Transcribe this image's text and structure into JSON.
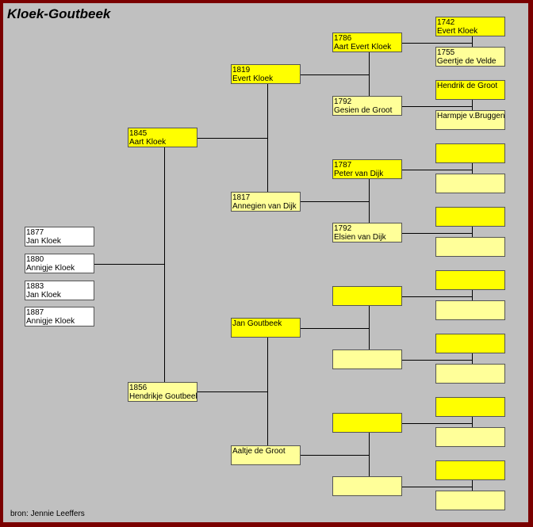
{
  "title": "Kloek-Goutbeek",
  "source": "bron: Jennie Leeffers",
  "children": [
    {
      "year": "1877",
      "name": "Jan Kloek"
    },
    {
      "year": "1880",
      "name": "Annigje Kloek"
    },
    {
      "year": "1883",
      "name": "Jan Kloek"
    },
    {
      "year": "1887",
      "name": "Annigje Kloek"
    }
  ],
  "parents": {
    "father": {
      "year": "1845",
      "name": "Aart Kloek"
    },
    "mother": {
      "year": "1856",
      "name": "Hendrikje Goutbeek"
    }
  },
  "grandparents": {
    "ff": {
      "year": "1819",
      "name": "Evert Kloek"
    },
    "fm": {
      "year": "1817",
      "name": "Annegien van Dijk"
    },
    "mf": {
      "year": "",
      "name": "Jan Goutbeek"
    },
    "mm": {
      "year": "",
      "name": "Aaltje de Groot"
    }
  },
  "great_grandparents": {
    "fff": {
      "year": "1786",
      "name": "Aart Evert Kloek"
    },
    "ffm": {
      "year": "1792",
      "name": "Gesien de Groot"
    },
    "fmf": {
      "year": "1787",
      "name": "Peter van Dijk"
    },
    "fmm": {
      "year": "1792",
      "name": "Elsien van Dijk"
    },
    "mff": {
      "year": "",
      "name": ""
    },
    "mfm": {
      "year": "",
      "name": ""
    },
    "mmf": {
      "year": "",
      "name": ""
    },
    "mmm": {
      "year": "",
      "name": ""
    }
  },
  "gg_grandparents": [
    {
      "year": "1742",
      "name": "Evert Kloek"
    },
    {
      "year": "1755",
      "name": "Geertje de Velde"
    },
    {
      "year": "",
      "name": "Hendrik de Groot"
    },
    {
      "year": "",
      "name": "Harmpje v.Bruggen"
    },
    {
      "year": "",
      "name": ""
    },
    {
      "year": "",
      "name": ""
    },
    {
      "year": "",
      "name": ""
    },
    {
      "year": "",
      "name": ""
    },
    {
      "year": "",
      "name": ""
    },
    {
      "year": "",
      "name": ""
    },
    {
      "year": "",
      "name": ""
    },
    {
      "year": "",
      "name": ""
    },
    {
      "year": "",
      "name": ""
    },
    {
      "year": "",
      "name": ""
    },
    {
      "year": "",
      "name": ""
    },
    {
      "year": "",
      "name": ""
    }
  ]
}
